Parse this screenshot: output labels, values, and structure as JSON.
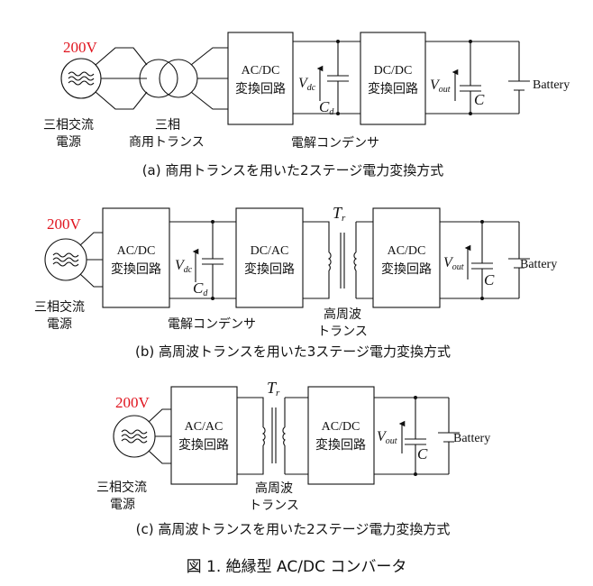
{
  "source_color": "#e0141e",
  "diagram_a": {
    "voltage": "200V",
    "source_label": [
      "三相交流",
      "電源"
    ],
    "transformer_label": [
      "三相",
      "商用トランス"
    ],
    "converter1": [
      "AC/DC",
      "変換回路"
    ],
    "converter2": [
      "DC/DC",
      "変換回路"
    ],
    "vdc": "V",
    "vdc_sub": "dc",
    "cd": "C",
    "cd_sub": "d",
    "vout": "V",
    "vout_sub": "out",
    "c": "C",
    "battery": "Battery",
    "electrolytic": "電解コンデンサ",
    "caption": "(a) 商用トランスを用いた2ステージ電力変換方式"
  },
  "diagram_b": {
    "voltage": "200V",
    "source_label": [
      "三相交流",
      "電源"
    ],
    "converter1": [
      "AC/DC",
      "変換回路"
    ],
    "converter2": [
      "DC/AC",
      "変換回路"
    ],
    "converter3": [
      "AC/DC",
      "変換回路"
    ],
    "vdc": "V",
    "vdc_sub": "dc",
    "cd": "C",
    "cd_sub": "d",
    "tr": "T",
    "tr_sub": "r",
    "vout": "V",
    "vout_sub": "out",
    "c": "C",
    "battery": "Battery",
    "electrolytic": "電解コンデンサ",
    "hf_transformer": [
      "高周波",
      "トランス"
    ],
    "caption": "(b) 高周波トランスを用いた3ステージ電力変換方式"
  },
  "diagram_c": {
    "voltage": "200V",
    "source_label": [
      "三相交流",
      "電源"
    ],
    "converter1": [
      "AC/AC",
      "変換回路"
    ],
    "converter2": [
      "AC/DC",
      "変換回路"
    ],
    "tr": "T",
    "tr_sub": "r",
    "vout": "V",
    "vout_sub": "out",
    "c": "C",
    "battery": "Battery",
    "hf_transformer": [
      "高周波",
      "トランス"
    ],
    "caption": "(c) 高周波トランスを用いた2ステージ電力変換方式"
  },
  "figure_caption": "図 1. 絶縁型 AC/DC コンバータ"
}
